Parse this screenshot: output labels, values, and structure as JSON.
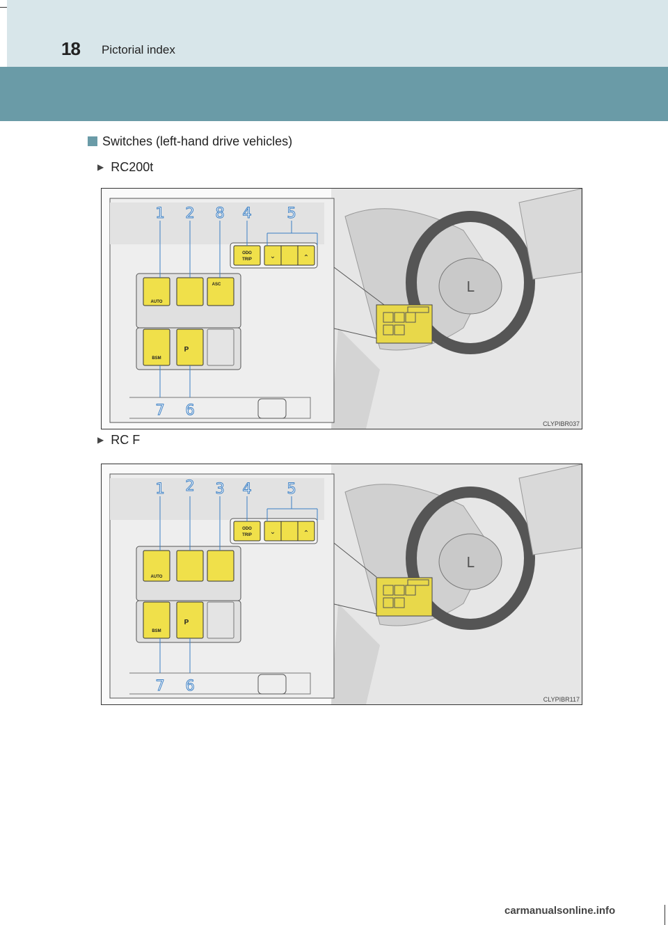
{
  "header": {
    "page_number": "18",
    "title": "Pictorial index"
  },
  "section": {
    "title": "Switches (left-hand drive vehicles)"
  },
  "figures": [
    {
      "variant": "RC200t",
      "callouts": [
        "1",
        "2",
        "8",
        "4",
        "5"
      ],
      "bottom_callouts": [
        "7",
        "6"
      ],
      "odo_label_1": "ODO",
      "odo_label_2": "TRIP",
      "third_switch_label": "ASC",
      "image_code": "CLYPIBR037"
    },
    {
      "variant": "RC F",
      "callouts": [
        "1",
        "2",
        "3",
        "4",
        "5"
      ],
      "bottom_callouts": [
        "7",
        "6"
      ],
      "odo_label_1": "ODO",
      "odo_label_2": "TRIP",
      "third_switch_label": "",
      "image_code": "CLYPIBR117"
    }
  ],
  "switch_labels": {
    "auto": "AUTO",
    "bsm": "BSM",
    "parking": "P"
  },
  "colors": {
    "header_light": "#d8e6ea",
    "header_dark": "#6a9ba7",
    "switch_yellow": "#f0e04a",
    "callout_blue": "#3b7fc4"
  },
  "footer": {
    "watermark": "carmanualsonline.info"
  }
}
